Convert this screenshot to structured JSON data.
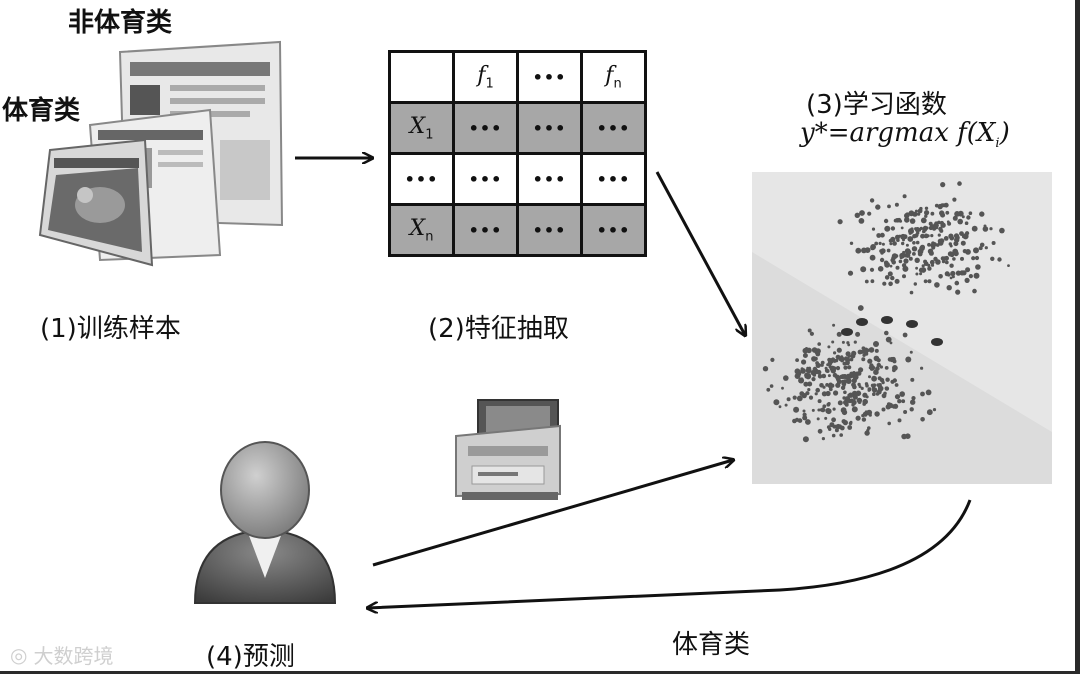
{
  "labels": {
    "non_sports": "非体育类",
    "sports": "体育类",
    "step1": "(1)训练样本",
    "step2": "(2)特征抽取",
    "step3": "(3)学习函数",
    "formula": "y*=argmax  f(X",
    "formula_sub": "i",
    "formula_close": ")",
    "step4": "(4)预测",
    "result": "体育类"
  },
  "table": {
    "header": [
      "",
      "f",
      "•••",
      "f"
    ],
    "header_subs": [
      "",
      "1",
      "",
      "n"
    ],
    "rows": [
      {
        "head": "X",
        "sub": "1",
        "cells": [
          "•••",
          "•••",
          "•••"
        ],
        "shaded": true
      },
      {
        "head": "•••",
        "sub": "",
        "cells": [
          "•••",
          "•••",
          "•••"
        ],
        "shaded": false
      },
      {
        "head": "X",
        "sub": "n",
        "cells": [
          "•••",
          "•••",
          "•••"
        ],
        "shaded": true
      }
    ]
  },
  "watermark": "大数跨境",
  "colors": {
    "table_shade": "#a7a7a7",
    "scatter_bg": "#dcdcdc",
    "dot": "#555555"
  }
}
